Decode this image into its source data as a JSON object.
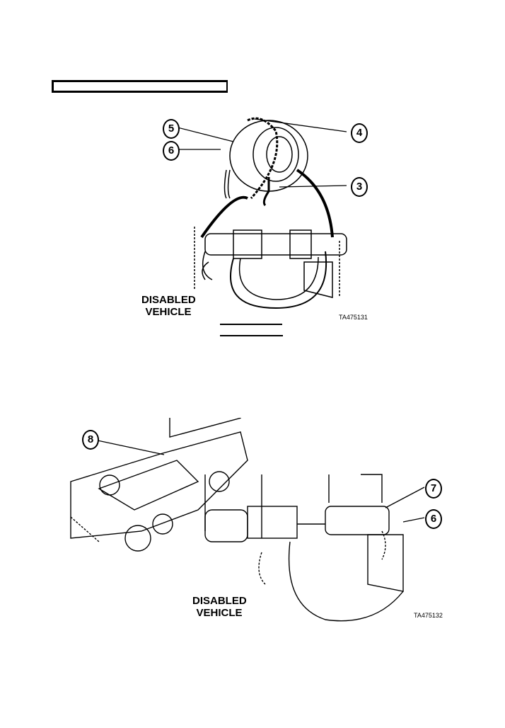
{
  "figure1": {
    "callouts": [
      "5",
      "6",
      "4",
      "3"
    ],
    "label": "DISABLED VEHICLE",
    "label_line1": "DISABLED",
    "label_line2": "VEHICLE",
    "ta_number": "TA475131"
  },
  "figure2": {
    "callouts": [
      "8",
      "7",
      "6"
    ],
    "label_line1": "DISABLED",
    "label_line2": "VEHICLE",
    "ta_number": "TA475132"
  }
}
